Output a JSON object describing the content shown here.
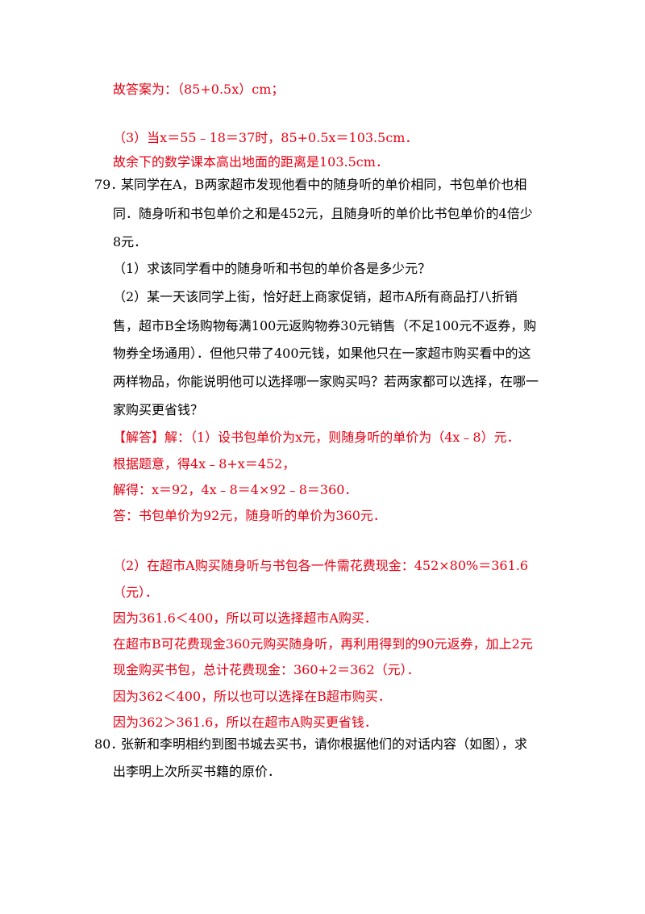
{
  "answers_prev": {
    "line1": "故答案为：（85+0.5x）cm；",
    "line2": "（3）当x＝55﹣18＝37时，85+0.5x＝103.5cm．",
    "line3": "故余下的数学课本高出地面的距离是103.5cm．"
  },
  "q79": {
    "number": "79．",
    "stem1": "某同学在A，B两家超市发现他看中的随身听的单价相同，书包单价也相",
    "stem2": "同．随身听和书包单价之和是452元，且随身听的单价比书包单价的4倍少",
    "stem3": "8元．",
    "part1": "（1）求该同学看中的随身听和书包的单价各是多少元？",
    "part2_1": "（2）某一天该同学上街，恰好赶上商家促销，超市A所有商品打八折销",
    "part2_2": "售，超市B全场购物每满100元返购物券30元销售（不足100元不返券，购",
    "part2_3": "物券全场通用）．但他只带了400元钱，如果他只在一家超市购买看中的这",
    "part2_4": "两样物品，你能说明他可以选择哪一家购买吗？若两家都可以选择，在哪一",
    "part2_5": "家购买更省钱？"
  },
  "a79": {
    "s1": "【解答】解：（1）设书包单价为x元，则随身听的单价为（4x﹣8）元．",
    "s2": "根据题意，得4x﹣8+x＝452，",
    "s3": "解得：x＝92，4x﹣8＝4×92﹣8＝360．",
    "s4": "答：书包单价为92元，随身听的单价为360元．",
    "s5": "（2）在超市A购买随身听与书包各一件需花费现金：452×80%＝361.6",
    "s6": "（元）．",
    "s7": "因为361.6＜400，所以可以选择超市A购买．",
    "s8": "在超市B可花费现金360元购买随身听，再利用得到的90元返券，加上2元",
    "s9": "现金购买书包，总计花费现金：360+2＝362（元）．",
    "s10": "因为362＜400，所以也可以选择在B超市购买．",
    "s11": "因为362＞361.6，所以在超市A购买更省钱．"
  },
  "q80": {
    "number": "80．",
    "stem1": "张新和李明相约到图书城去买书，请你根据他们的对话内容（如图），求",
    "stem2": "出李明上次所买书籍的原价．"
  },
  "colors": {
    "answer_red": "#e60012",
    "text_black": "#000000"
  }
}
